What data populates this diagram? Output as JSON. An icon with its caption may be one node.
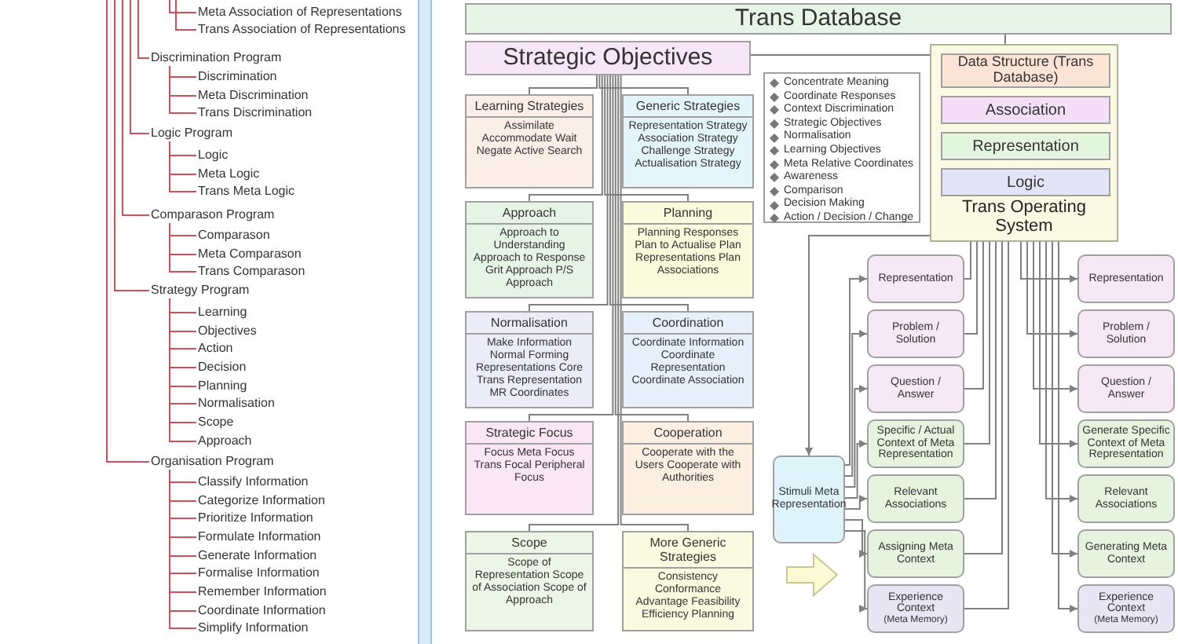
{
  "diagram": {
    "nodes": [
      {
        "text": [
          "Meta Association of Representations"
        ]
      },
      {
        "text": [
          "Trans Association of Representations"
        ]
      },
      {
        "text": [
          "Discrimination Program"
        ]
      },
      {
        "text": [
          "Discrimination"
        ]
      },
      {
        "text": [
          "Meta Discrimination"
        ]
      },
      {
        "text": [
          "Trans Discrimination"
        ]
      },
      {
        "text": [
          "Logic Program"
        ]
      },
      {
        "text": [
          "Logic"
        ]
      },
      {
        "text": [
          "Meta Logic"
        ]
      },
      {
        "text": [
          "Trans Meta Logic"
        ]
      },
      {
        "text": [
          "Comparason Program"
        ]
      },
      {
        "text": [
          "Comparason"
        ]
      },
      {
        "text": [
          "Meta Comparason"
        ]
      },
      {
        "text": [
          "Trans Comparason"
        ]
      },
      {
        "text": [
          "Strategy Program"
        ]
      },
      {
        "text": [
          "Learning"
        ]
      },
      {
        "text": [
          "Objectives"
        ]
      },
      {
        "text": [
          "Action"
        ]
      },
      {
        "text": [
          "Decision"
        ]
      },
      {
        "text": [
          "Planning"
        ]
      },
      {
        "text": [
          "Normalisation"
        ]
      },
      {
        "text": [
          "Scope"
        ]
      },
      {
        "text": [
          "Approach"
        ]
      },
      {
        "text": [
          "Organisation Program"
        ]
      },
      {
        "text": [
          "Classify Information"
        ]
      },
      {
        "text": [
          "Categorize Information"
        ]
      },
      {
        "text": [
          "Prioritize Information"
        ]
      },
      {
        "text": [
          "Formulate Information"
        ]
      },
      {
        "text": [
          "Generate Information"
        ]
      },
      {
        "text": [
          "Formalise Information"
        ]
      },
      {
        "text": [
          "Remember Information"
        ]
      },
      {
        "text": [
          "Coordinate Information"
        ]
      },
      {
        "text": [
          "Simplify Information"
        ]
      },
      {
        "text": [
          "Trans Database"
        ]
      },
      {
        "text": [
          "Strategic Objectives"
        ]
      },
      {
        "text": [
          "Learning Strategies",
          "Assimilate Accommodate Wait Negate Active Search"
        ]
      },
      {
        "text": [
          "Generic Strategies",
          "Representation Strategy Association Strategy Challenge Strategy Actualisation Strategy"
        ]
      },
      {
        "text": [
          "Approach",
          "Approach to Understanding Approach to Response Grit Approach P/S Approach"
        ]
      },
      {
        "text": [
          "Planning",
          "Planning Responses Plan to Actualise Plan Representations Plan Associations"
        ]
      },
      {
        "text": [
          "Normalisation",
          "Make Information Normal Forming Representations Core Trans Representation MR Coordinates"
        ]
      },
      {
        "text": [
          "Coordination",
          "Coordinate Information Coordinate Representation Coordinate Association"
        ]
      },
      {
        "text": [
          "Strategic Focus",
          "Focus Meta Focus Trans Focal Peripheral Focus"
        ]
      },
      {
        "text": [
          "Cooperation",
          "Cooperate with the Users Cooperate with Authorities"
        ]
      },
      {
        "text": [
          "Scope",
          "Scope of Representation Scope of Association Scope of Approach"
        ]
      },
      {
        "text": [
          "More Generic Strategies",
          "Consistency Conformance Advantage Feasibility Efficiency Planning"
        ]
      },
      {
        "text": [
          "Concentrate Meaning",
          "Coordinate Responses",
          "Context Discrimination",
          "Strategic Objectives",
          "Normalisation",
          "Learning Objectives",
          "Meta Relative Coordinates",
          "Awareness",
          "Comparison",
          "Decision Making",
          "Action / Decision / Change"
        ]
      },
      {
        "text": [
          "Trans Operating System"
        ]
      },
      {
        "text": [
          "Data Structure (Trans Database)"
        ],
        "in": 46
      },
      {
        "text": [
          "Association"
        ],
        "in": 46
      },
      {
        "text": [
          "Representation"
        ],
        "in": 46
      },
      {
        "text": [
          "Logic"
        ],
        "in": 46
      },
      {
        "text": [
          "Stimuli Meta Representation"
        ]
      },
      {
        "text": [
          "Representation"
        ]
      },
      {
        "text": [
          "Problem / Solution"
        ]
      },
      {
        "text": [
          "Question / Answer"
        ]
      },
      {
        "text": [
          "Specific / Actual Context of Meta Representation"
        ]
      },
      {
        "text": [
          "Relevant Associations"
        ]
      },
      {
        "text": [
          "Assigning Meta Context"
        ]
      },
      {
        "text": [
          "Experience Context",
          "(Meta Memory)"
        ]
      },
      {
        "text": [
          "Representation"
        ]
      },
      {
        "text": [
          "Problem / Solution"
        ]
      },
      {
        "text": [
          "Question / Answer"
        ]
      },
      {
        "text": [
          "Generate Specific Context of Meta Representation"
        ]
      },
      {
        "text": [
          "Relevant Associations"
        ]
      },
      {
        "text": [
          "Generating Meta Context"
        ]
      },
      {
        "text": [
          "Experience Context",
          "(Meta Memory)"
        ]
      },
      {
        "text": [],
        "shape": "arrow"
      }
    ],
    "edges": [
      {
        "from": null,
        "to": 0,
        "arrow": "none"
      },
      {
        "from": null,
        "to": 1,
        "arrow": "none"
      },
      {
        "from": null,
        "to": 2,
        "arrow": "none"
      },
      {
        "from": 2,
        "to": 3,
        "arrow": "none"
      },
      {
        "from": 2,
        "to": 4,
        "arrow": "none"
      },
      {
        "from": 2,
        "to": 5,
        "arrow": "none"
      },
      {
        "from": null,
        "to": 6,
        "arrow": "none"
      },
      {
        "from": 6,
        "to": 7,
        "arrow": "none"
      },
      {
        "from": 6,
        "to": 8,
        "arrow": "none"
      },
      {
        "from": 6,
        "to": 9,
        "arrow": "none"
      },
      {
        "from": null,
        "to": 10,
        "arrow": "none"
      },
      {
        "from": 10,
        "to": 11,
        "arrow": "none"
      },
      {
        "from": 10,
        "to": 12,
        "arrow": "none"
      },
      {
        "from": 10,
        "to": 13,
        "arrow": "none"
      },
      {
        "from": null,
        "to": 14,
        "arrow": "none"
      },
      {
        "from": 14,
        "to": 15,
        "arrow": "none"
      },
      {
        "from": 14,
        "to": 16,
        "arrow": "none"
      },
      {
        "from": 14,
        "to": 17,
        "arrow": "none"
      },
      {
        "from": 14,
        "to": 18,
        "arrow": "none"
      },
      {
        "from": 14,
        "to": 19,
        "arrow": "none"
      },
      {
        "from": 14,
        "to": 20,
        "arrow": "none"
      },
      {
        "from": 14,
        "to": 21,
        "arrow": "none"
      },
      {
        "from": 14,
        "to": 22,
        "arrow": "none"
      },
      {
        "from": null,
        "to": 23,
        "arrow": "none"
      },
      {
        "from": 23,
        "to": 24,
        "arrow": "none"
      },
      {
        "from": 23,
        "to": 25,
        "arrow": "none"
      },
      {
        "from": 23,
        "to": 26,
        "arrow": "none"
      },
      {
        "from": 23,
        "to": 27,
        "arrow": "none"
      },
      {
        "from": 23,
        "to": 28,
        "arrow": "none"
      },
      {
        "from": 23,
        "to": 29,
        "arrow": "none"
      },
      {
        "from": 23,
        "to": 30,
        "arrow": "none"
      },
      {
        "from": 23,
        "to": 31,
        "arrow": "none"
      },
      {
        "from": 23,
        "to": 32,
        "arrow": "none"
      },
      {
        "from": 34,
        "to": 35,
        "arrow": "none",
        "color": "#808080"
      },
      {
        "from": 34,
        "to": 36,
        "arrow": "none",
        "color": "#808080"
      },
      {
        "from": 34,
        "to": 37,
        "arrow": "none",
        "color": "#808080"
      },
      {
        "from": 34,
        "to": 38,
        "arrow": "none",
        "color": "#808080"
      },
      {
        "from": 34,
        "to": 39,
        "arrow": "none",
        "color": "#808080"
      },
      {
        "from": 34,
        "to": 40,
        "arrow": "none",
        "color": "#808080"
      },
      {
        "from": 34,
        "to": 41,
        "arrow": "none",
        "color": "#808080"
      },
      {
        "from": 34,
        "to": 42,
        "arrow": "none",
        "color": "#808080"
      },
      {
        "from": 34,
        "to": 43,
        "arrow": "none",
        "color": "#808080"
      },
      {
        "from": 34,
        "to": 44,
        "arrow": "none",
        "color": "#808080"
      },
      {
        "from": 33,
        "to": 46,
        "arrow": "none",
        "color": "#808080"
      },
      {
        "from": 34,
        "to": 46,
        "arrow": "none",
        "color": "#808080"
      },
      {
        "from": 46,
        "to": 51,
        "arrow": "to",
        "color": "#808080"
      },
      {
        "from": 51,
        "to": 52,
        "arrow": "to",
        "color": "#808080"
      },
      {
        "from": 51,
        "to": 53,
        "arrow": "to",
        "color": "#808080"
      },
      {
        "from": 51,
        "to": 54,
        "arrow": "to",
        "color": "#808080"
      },
      {
        "from": 51,
        "to": 55,
        "arrow": "to",
        "color": "#808080"
      },
      {
        "from": 51,
        "to": 56,
        "arrow": "to",
        "color": "#808080"
      },
      {
        "from": 51,
        "to": 57,
        "arrow": "to",
        "color": "#808080"
      },
      {
        "from": 51,
        "to": 58,
        "arrow": "to",
        "color": "#808080"
      },
      {
        "from": 46,
        "to": 52,
        "arrow": "none",
        "color": "#808080"
      },
      {
        "from": 46,
        "to": 53,
        "arrow": "none",
        "color": "#808080"
      },
      {
        "from": 46,
        "to": 54,
        "arrow": "none",
        "color": "#808080"
      },
      {
        "from": 46,
        "to": 55,
        "arrow": "none",
        "color": "#808080"
      },
      {
        "from": 46,
        "to": 56,
        "arrow": "none",
        "color": "#808080"
      },
      {
        "from": 46,
        "to": 57,
        "arrow": "none",
        "color": "#808080"
      },
      {
        "from": 46,
        "to": 58,
        "arrow": "none",
        "color": "#808080"
      },
      {
        "from": 46,
        "to": 59,
        "arrow": "to",
        "color": "#808080"
      },
      {
        "from": 46,
        "to": 60,
        "arrow": "to",
        "color": "#808080"
      },
      {
        "from": 46,
        "to": 61,
        "arrow": "to",
        "color": "#808080"
      },
      {
        "from": 46,
        "to": 62,
        "arrow": "to",
        "color": "#808080"
      },
      {
        "from": 46,
        "to": 63,
        "arrow": "to",
        "color": "#808080"
      },
      {
        "from": 46,
        "to": 64,
        "arrow": "to",
        "color": "#808080"
      },
      {
        "from": 46,
        "to": 65,
        "arrow": "to",
        "color": "#808080"
      }
    ]
  }
}
